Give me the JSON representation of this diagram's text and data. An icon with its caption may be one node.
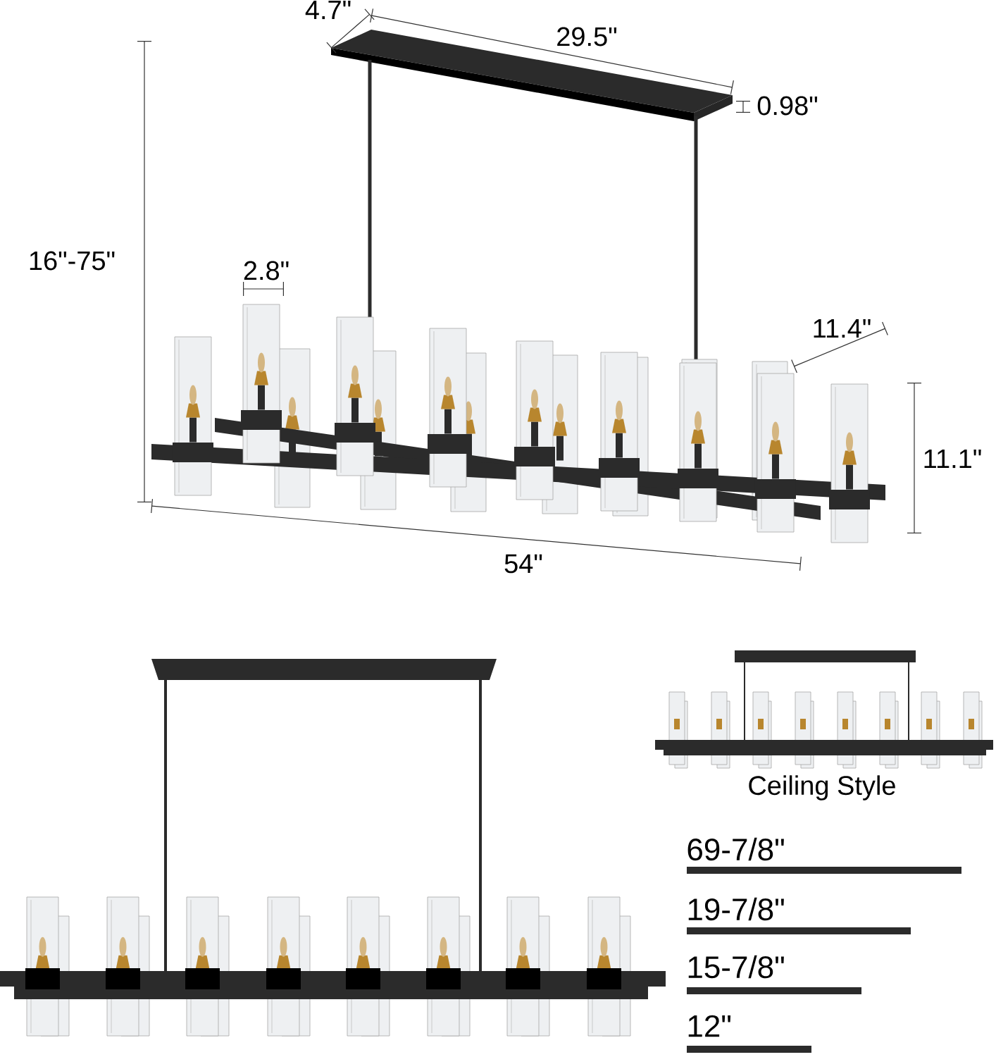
{
  "diagram": {
    "labels": [
      "4.7\"",
      "29.5\"",
      "0.98\"",
      "16\"-75\"",
      "2.8\"",
      "11.4\"",
      "11.1\"",
      "54\"",
      "Ceiling Style",
      "69-7/8\"",
      "19-7/8\"",
      "15-7/8\"",
      "12\""
    ]
  }
}
